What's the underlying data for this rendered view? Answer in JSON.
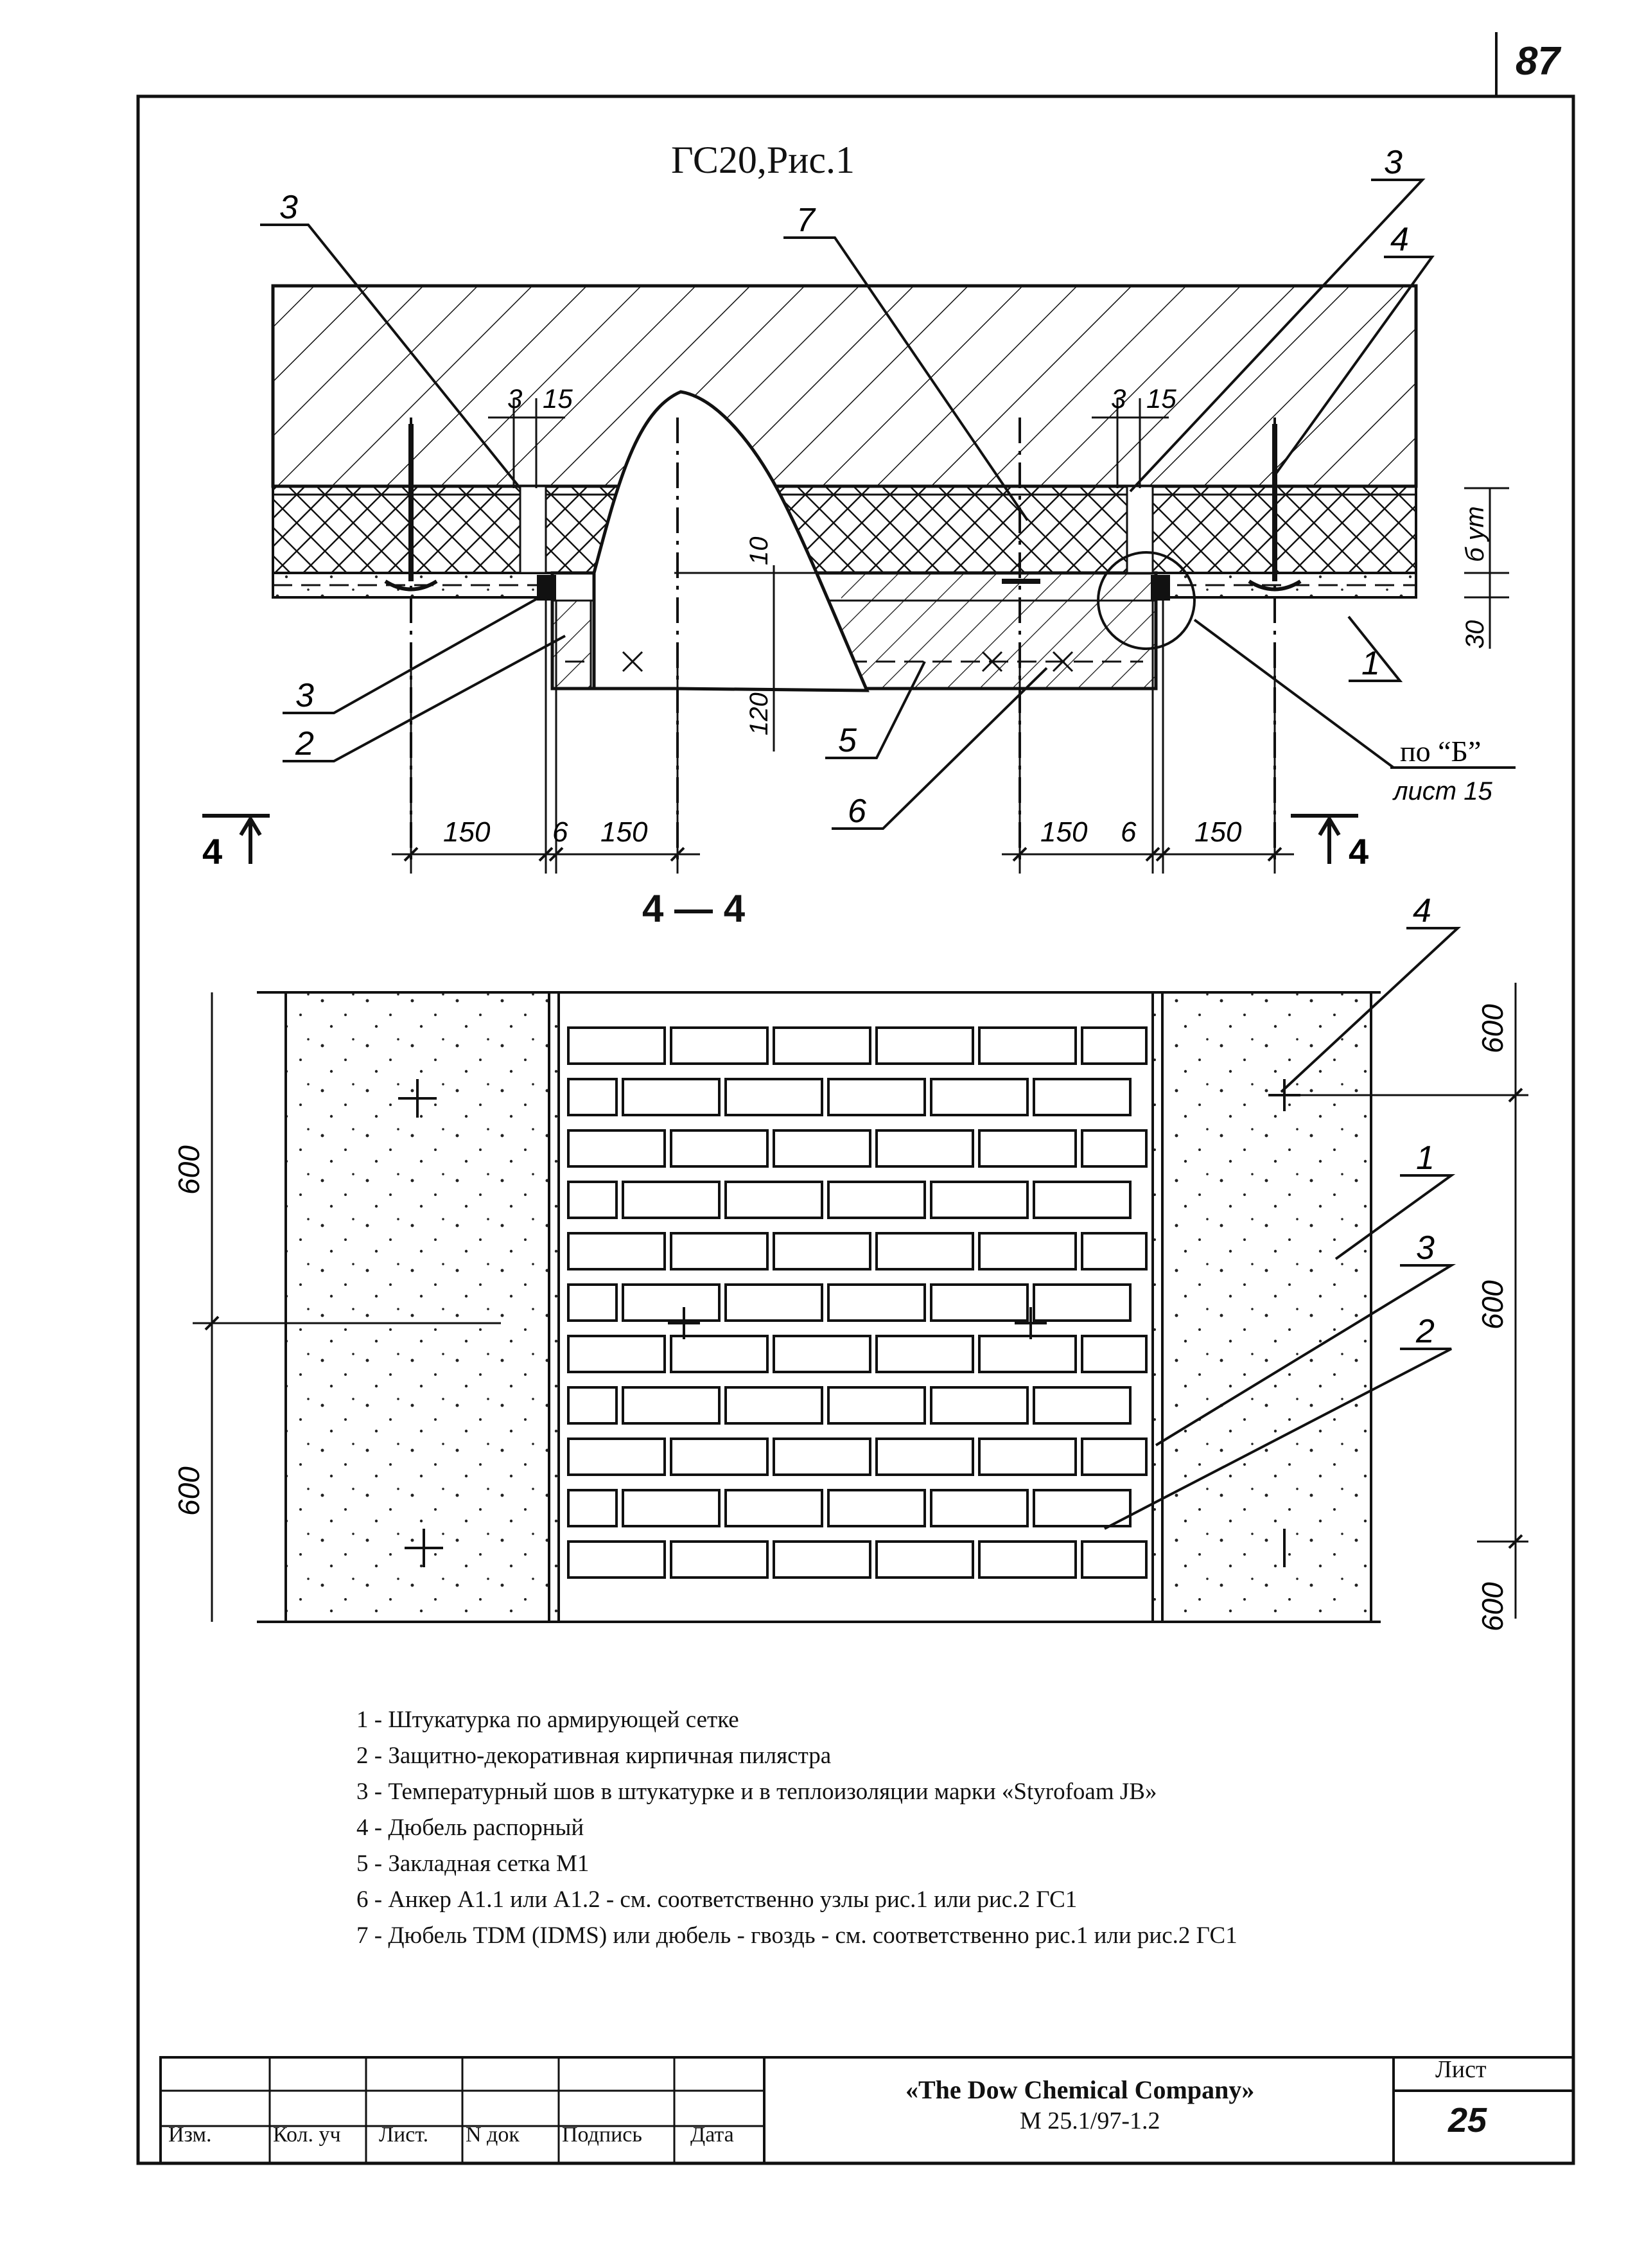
{
  "page_number": "87",
  "figure_title": "ГС20,Рис.1",
  "section_title": "4 — 4",
  "plan_callouts": {
    "c3_left_top": "3",
    "c7_top": "7",
    "c3_right_top": "3",
    "c4_right_top": "4",
    "c3_left_bottom": "3",
    "c2_left_bottom": "2",
    "c5_bottom": "5",
    "c6_bottom": "6",
    "c1_right": "1",
    "ref_line1": "по “Б”",
    "ref_line2": "лист 15"
  },
  "plan_dimensions": {
    "gap_left_a": "3",
    "gap_left_b": "15",
    "gap_right_a": "3",
    "gap_right_b": "15",
    "d10": "10",
    "d120": "120",
    "d_bym": "б ут",
    "d30": "30",
    "bottom_left_150": "150",
    "bottom_left_6": "6",
    "bottom_left_150b": "150",
    "bottom_right_150": "150",
    "bottom_right_6": "6",
    "bottom_right_150b": "150"
  },
  "section_marks": {
    "left": "4",
    "right": "4"
  },
  "elevation_callouts": {
    "c4": "4",
    "c1": "1",
    "c3": "3",
    "c2": "2"
  },
  "elevation_dimensions": {
    "left_600_top": "600",
    "left_600_bottom": "600",
    "right_600_top": "600",
    "right_600_mid": "600",
    "right_600_bottom": "600"
  },
  "legend": [
    "1 - Штукатурка по армирующей сетке",
    "2 - Защитно-декоративная кирпичная пилястра",
    "3 - Температурный шов в штукатурке и в теплоизоляции   марки «Styrofoam JB»",
    "4 - Дюбель распорный",
    "5 - Закладная сетка М1",
    "6 - Анкер А1.1 или А1.2 - см. соответственно узлы рис.1 или рис.2 ГС1",
    "7 - Дюбель TDM (IDMS) или дюбель - гвоздь - см. соответственно рис.1 или рис.2 ГС1"
  ],
  "title_block": {
    "company": "«The Dow Chemical Company»",
    "code": "М 25.1/97-1.2",
    "sheet_label": "Лист",
    "sheet_number": "25",
    "columns": [
      "Изм.",
      "Кол. уч",
      "Лист.",
      "N док",
      "Подпись",
      "Дата"
    ]
  },
  "colors": {
    "ink": "#111111",
    "paper": "#ffffff"
  }
}
